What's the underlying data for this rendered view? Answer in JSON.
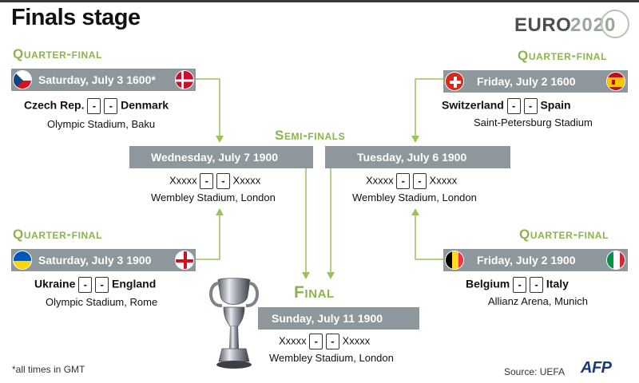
{
  "title": "Finals stage",
  "logo": {
    "euro": "EURO",
    "year": "2020"
  },
  "labels": {
    "quarter_final": "Quarter-final",
    "semi_finals": "Semi-finals",
    "final": "Final"
  },
  "placeholder": "Xxxxx",
  "score_placeholder": "-",
  "qf_top_left": {
    "date": "Saturday, July 3   1600*",
    "team1": "Czech Rep.",
    "team2": "Denmark",
    "stadium": "Olympic Stadium,",
    "city": "Baku",
    "flag1": "czech-republic-flag",
    "flag2": "denmark-flag"
  },
  "qf_top_right": {
    "date": "Friday, July 2   1600",
    "team1": "Switzerland",
    "team2": "Spain",
    "stadium": "Saint-Petersburg Stadium",
    "city": "",
    "flag1": "switzerland-flag",
    "flag2": "spain-flag"
  },
  "qf_bottom_left": {
    "date": "Saturday, July 3   1900",
    "team1": "Ukraine",
    "team2": "England",
    "stadium": "Olympic Stadium,",
    "city": "Rome",
    "flag1": "ukraine-flag",
    "flag2": "england-flag"
  },
  "qf_bottom_right": {
    "date": "Friday, July 2   1900",
    "team1": "Belgium",
    "team2": "Italy",
    "stadium": "Allianz Arena,",
    "city": "Munich",
    "flag1": "belgium-flag",
    "flag2": "italy-flag"
  },
  "sf_left": {
    "date": "Wednesday, July 7   1900",
    "stadium": "Wembley Stadium,",
    "city": "London"
  },
  "sf_right": {
    "date": "Tuesday, July 6   1900",
    "stadium": "Wembley Stadium,",
    "city": "London"
  },
  "final": {
    "date": "Sunday, July 11   1900",
    "stadium": "Wembley Stadium,",
    "city": "London"
  },
  "footnote": "*all times in GMT",
  "source": "Source: UEFA",
  "agency": "AFP",
  "colors": {
    "accent": "#8db34a",
    "bar": "#8d979c",
    "connector": "#9cc25a"
  }
}
